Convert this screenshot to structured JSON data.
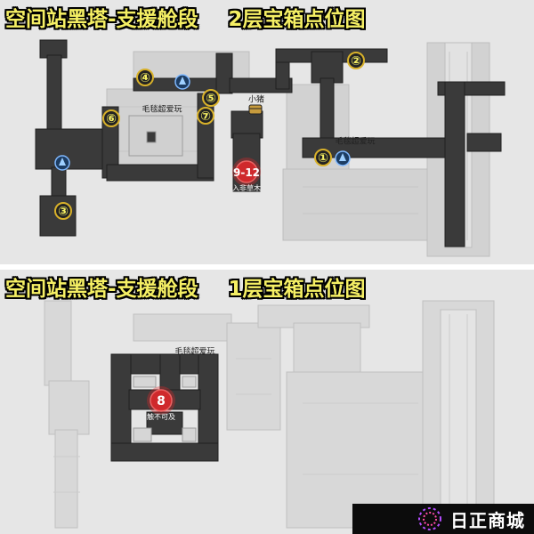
{
  "floors": [
    {
      "title_left": "空间站黑塔-支援舱段",
      "title_right": "2层宝箱点位图",
      "markers": [
        {
          "label": "②"
        },
        {
          "label": "③"
        },
        {
          "label": "④"
        },
        {
          "label": "⑤"
        },
        {
          "label": "⑥"
        },
        {
          "label": "⑦"
        },
        {
          "label": "①"
        }
      ],
      "hot_marker": {
        "label": "9-12",
        "caption": "入非草木"
      },
      "map_text": {
        "shop_a": "毛毯超爱玩",
        "shop_b": "毛毯超爱玩",
        "shop_c": "小猪"
      }
    },
    {
      "title_left": "空间站黑塔-支援舱段",
      "title_right": "1层宝箱点位图",
      "hot_marker": {
        "label": "8",
        "caption": "触不可及"
      },
      "map_text": {
        "shop_a": "毛毯超爱玩"
      }
    }
  ],
  "icons": [
    "teleport-anchor-icon",
    "treasure-chest-icon"
  ],
  "colors": {
    "title": "#f5ef64",
    "marker_ring": "#d8b12a",
    "hot_marker": "#e0282b",
    "accessible_path": "#3a3a3a",
    "teleport": "#2f7fd6"
  },
  "watermark": {
    "text": "日正商城"
  }
}
